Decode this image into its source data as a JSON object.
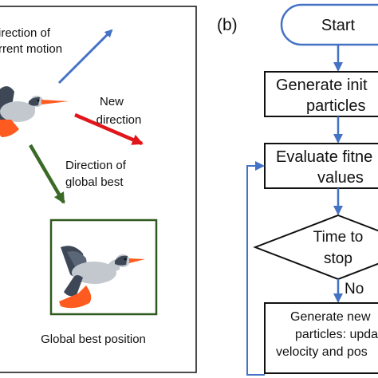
{
  "panel_a": {
    "current_motion": [
      "irection of",
      "rrent motion"
    ],
    "new_direction": [
      "New",
      "direction"
    ],
    "global_best_direction": [
      "Direction of",
      "global best"
    ],
    "global_best_position": "Global best position"
  },
  "panel_b": {
    "label": "(b)",
    "start": "Start",
    "generate_initial": [
      "Generate init",
      "particles"
    ],
    "evaluate": [
      "Evaluate fitne",
      "values"
    ],
    "decision": [
      "Time to",
      "stop"
    ],
    "no_label": "No",
    "generate_new": [
      "Generate new",
      "particles: upda",
      "velocity and pos"
    ]
  },
  "colors": {
    "current_motion_arrow": "#4472c4",
    "new_direction_arrow": "#e0161b",
    "global_best_arrow": "#3a6a26",
    "best_box_border": "#2f5a1f",
    "flow_arrow": "#4472c4",
    "start_border": "#4472c4",
    "bird_orange": "#ff5a1f",
    "bird_body": "#c3c8cf",
    "bird_wing": "#3d4756"
  }
}
